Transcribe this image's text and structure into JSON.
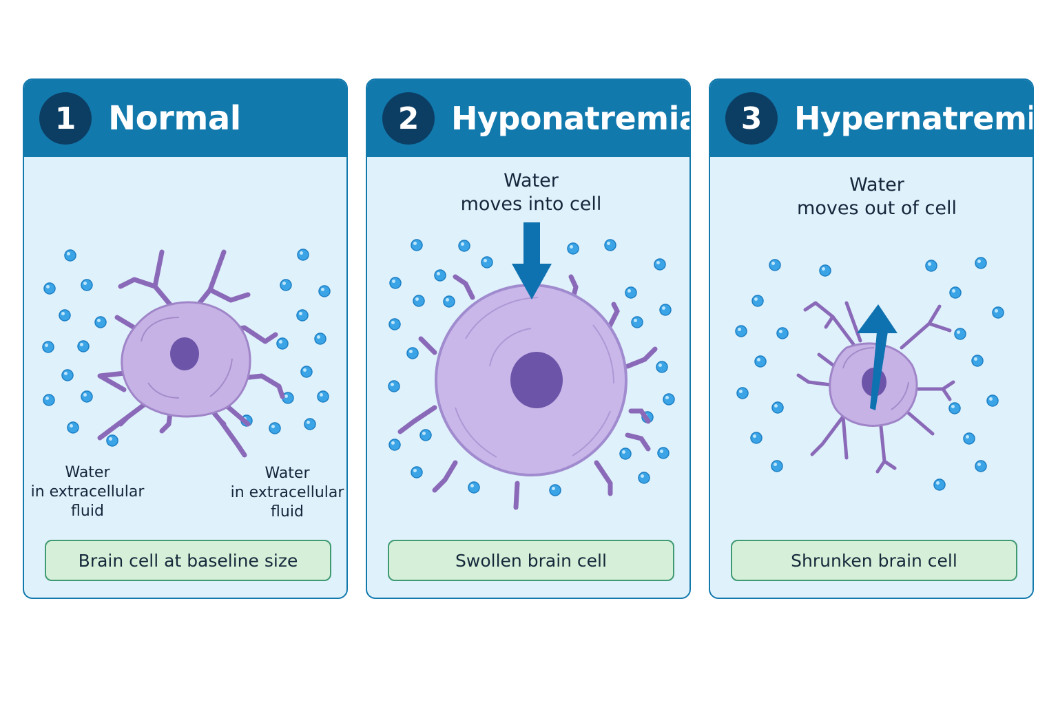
{
  "colors": {
    "header": "#1279ad",
    "number_badge": "#0c3e64",
    "panel_fill": "#dff1fb",
    "cell": "#c7b2e6",
    "nucleus": "#6c55a8",
    "water": "#3aa4e6",
    "caption_fill": "#d6efd9",
    "caption_border": "#3f9a72",
    "arrow": "#0f72b0"
  },
  "panels": [
    {
      "number": "1",
      "title": "Normal",
      "left_note": "Water\nin extracellular\nfluid",
      "right_note": "Water\nin extracellular\nfluid",
      "caption": "Brain cell at baseline size",
      "icon": "neuron-normal-icon"
    },
    {
      "number": "2",
      "title": "Hyponatremia",
      "arrow_label": "Water\nmoves into cell",
      "caption": "Swollen brain cell",
      "icon": "neuron-swollen-icon"
    },
    {
      "number": "3",
      "title": "Hypernatremia",
      "arrow_label": "Water\nmoves out of cell",
      "caption": "Shrunken brain cell",
      "icon": "neuron-shrunken-icon"
    }
  ]
}
